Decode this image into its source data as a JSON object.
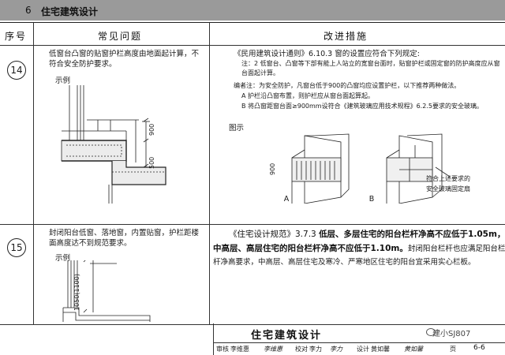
{
  "header": {
    "section_number": "6",
    "section_title": "住宅建筑设计"
  },
  "table": {
    "columns": [
      "序号",
      "常见问题",
      "改进措施"
    ],
    "rows": [
      {
        "number": "14",
        "problem_text": "低窗台凸窗的贴窗护栏高度由地面起计算，不符合安全防护要求。",
        "example_label": "示例",
        "drawing_dims": [
          "900",
          "500"
        ],
        "measure_title": "《民用建筑设计通则》6.10.3 窗的设置应符合下列规定:",
        "measure_note": "注：2 低窗台、凸窗等下部有能上人站立的宽窗台面时，贴窗护栏或固定窗的防护高度应从窗台面起计算。",
        "editor_note": "编者注：为安全防护，凡窗台低于900的凸窗均应设置护栏，以下推荐两种做法。",
        "option_a": "A 护栏沿凸窗布置，则护栏应从窗台面起算起。",
        "option_b": "B 将凸窗距窗台面≥900mm设符合《建筑玻璃应用技术规程》6.2.5要求的安全玻璃。",
        "figure_label": "图示",
        "figure_a": "A",
        "figure_b": "B",
        "figure_dim": "900",
        "callout_1": "符合上述要求的",
        "callout_2": "安全玻璃固定扇"
      },
      {
        "number": "15",
        "problem_text": "封闭阳台低窗、落地窗，内置贴窗，护栏距楼面高度达不到规范要求。",
        "example_label": "示例",
        "drawing_dims": "1050(1100)",
        "measure_line1_a": "《住宅设计规范》3.7.3 ",
        "measure_line1_b": "低层、多层住宅的阳台栏杆净高不应低于1.05m，",
        "measure_line2_b": "中高层、高层住宅的阳台栏杆净高不应低于1.10m。",
        "measure_line2_c": "封闭阳台栏杆也应满足阳台栏",
        "measure_line3": "杆净高要求，中高层、高层住宅及寒冷、严寒地区住宅的阳台宜采用实心栏板。"
      }
    ]
  },
  "footer": {
    "title": "住宅建筑设计",
    "review_label": "审核",
    "reviewer": "李维惠",
    "signature_1": "李维惠",
    "check_label": "校对",
    "checker": "李力",
    "signature_2": "李力",
    "design_label": "设计",
    "designer": "黄如馨",
    "signature_3": "黄如馨",
    "page_label": "页",
    "page_number": "6-6",
    "watermark": "建小SJ807"
  }
}
